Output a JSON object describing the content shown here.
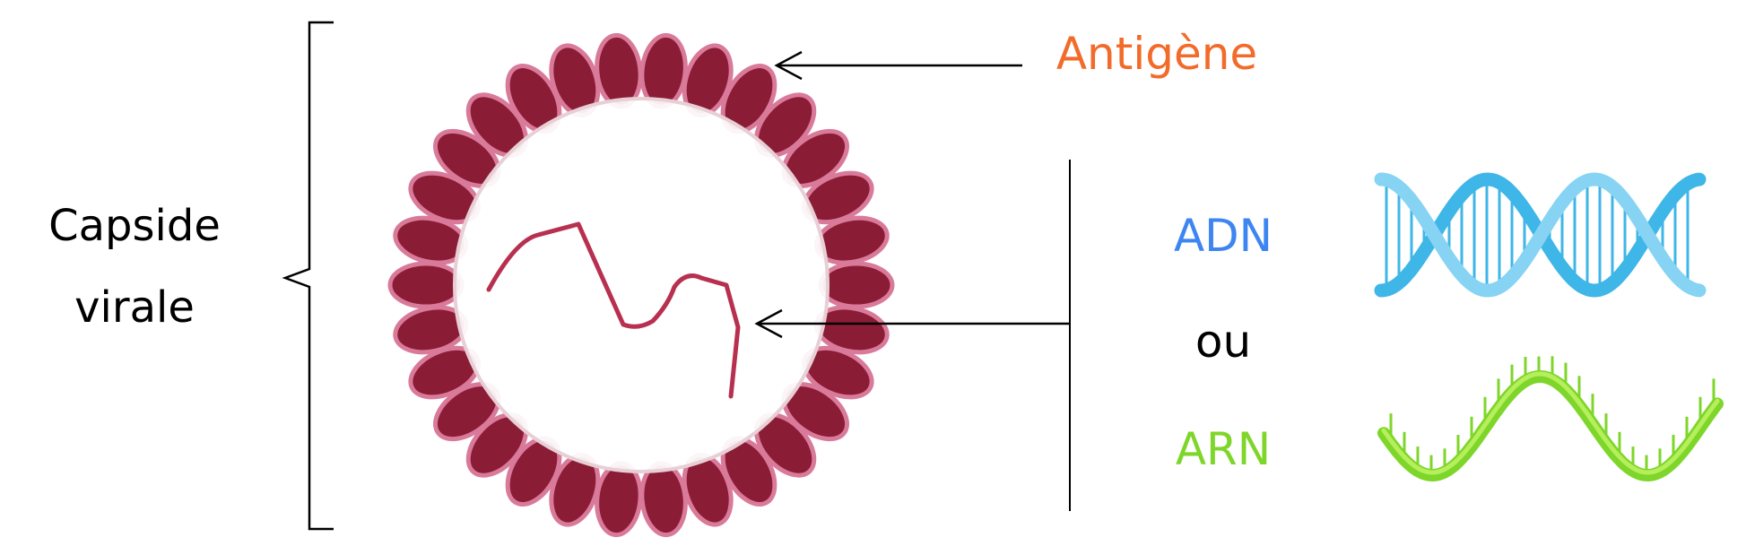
{
  "labels": {
    "capsid_line1": "Capside",
    "capsid_line2": "virale",
    "antigen": "Antigène",
    "dna": "ADN",
    "or": "ou",
    "rna": "ARN"
  },
  "colors": {
    "antigen_text": "#f26b2a",
    "dna_text": "#3d86f2",
    "rna_text": "#7ed62a",
    "black_text": "#000000",
    "antigen_fill": "#8b1c35",
    "antigen_stroke": "#d97a9a",
    "genome_strand": "#b8304f",
    "capsid_ring": "#e8cfd6",
    "dna_helix_a": "#3fb6e8",
    "dna_helix_b": "#86d3f3",
    "rna_helix": "#7ed62a",
    "rna_helix_light": "#b6ef5c"
  },
  "icons": {
    "virus": "virus-particle-icon",
    "dna": "dna-double-helix-icon",
    "rna": "rna-strand-icon"
  }
}
